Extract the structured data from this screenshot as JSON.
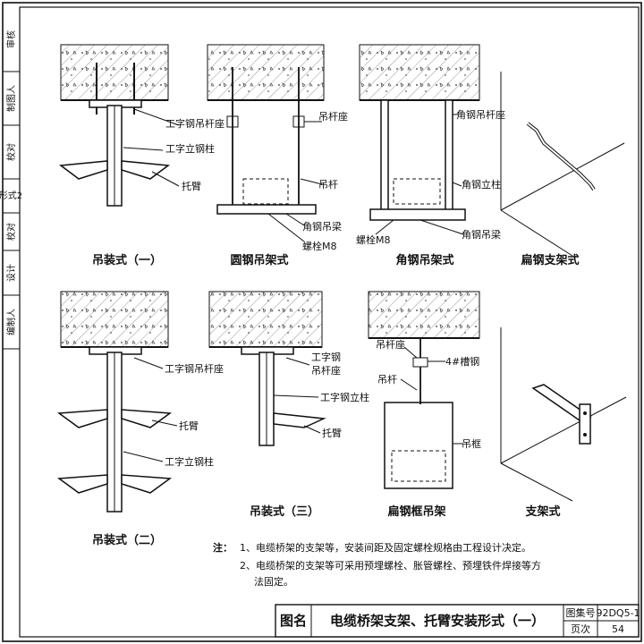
{
  "sidebar": {
    "cells": [
      "审核",
      "制图人",
      "校对",
      "形式2",
      "校对",
      "设计",
      "编制人"
    ]
  },
  "figures": {
    "fig1": {
      "caption": "吊装式（一）",
      "labels": [
        "工字钢吊杆座",
        "工字立钢柱",
        "托臂"
      ]
    },
    "fig2": {
      "caption": "圆钢吊架式",
      "labels": [
        "吊杆座",
        "吊杆",
        "角钢吊梁",
        "螺栓M8"
      ]
    },
    "fig3": {
      "caption": "角钢吊架式",
      "labels": [
        "角钢吊杆座",
        "角钢立柱",
        "角钢吊梁",
        "螺栓M8"
      ]
    },
    "fig4": {
      "caption": "扁钢支架式"
    },
    "fig5": {
      "caption": "吊装式（二）",
      "labels": [
        "工字钢吊杆座",
        "托臂",
        "工字立钢柱"
      ]
    },
    "fig6": {
      "caption": "吊装式（三）",
      "labels": [
        "工字钢",
        "吊杆座",
        "工字钢立柱",
        "托臂"
      ]
    },
    "fig7": {
      "caption": "扁钢框吊架",
      "labels": [
        "吊杆座",
        "4#槽钢",
        "吊杆",
        "吊框"
      ]
    },
    "fig8": {
      "caption": "支架式"
    }
  },
  "notes": {
    "prefix": "注：",
    "line1": "1、电缆桥架的支架等，安装间距及固定螺栓规格由工程设计决定。",
    "line2": "2、电缆桥架的支架等可采用预埋螺栓、胀管螺栓、预埋铁件焊接等方",
    "line3": "法固定。"
  },
  "titleblock": {
    "label": "图名",
    "title": "电缆桥架支架、托臂安装形式（一）",
    "atlas_label": "图集号",
    "atlas_no": "92DQ5-1",
    "page_label": "页次",
    "page_no": "54"
  }
}
